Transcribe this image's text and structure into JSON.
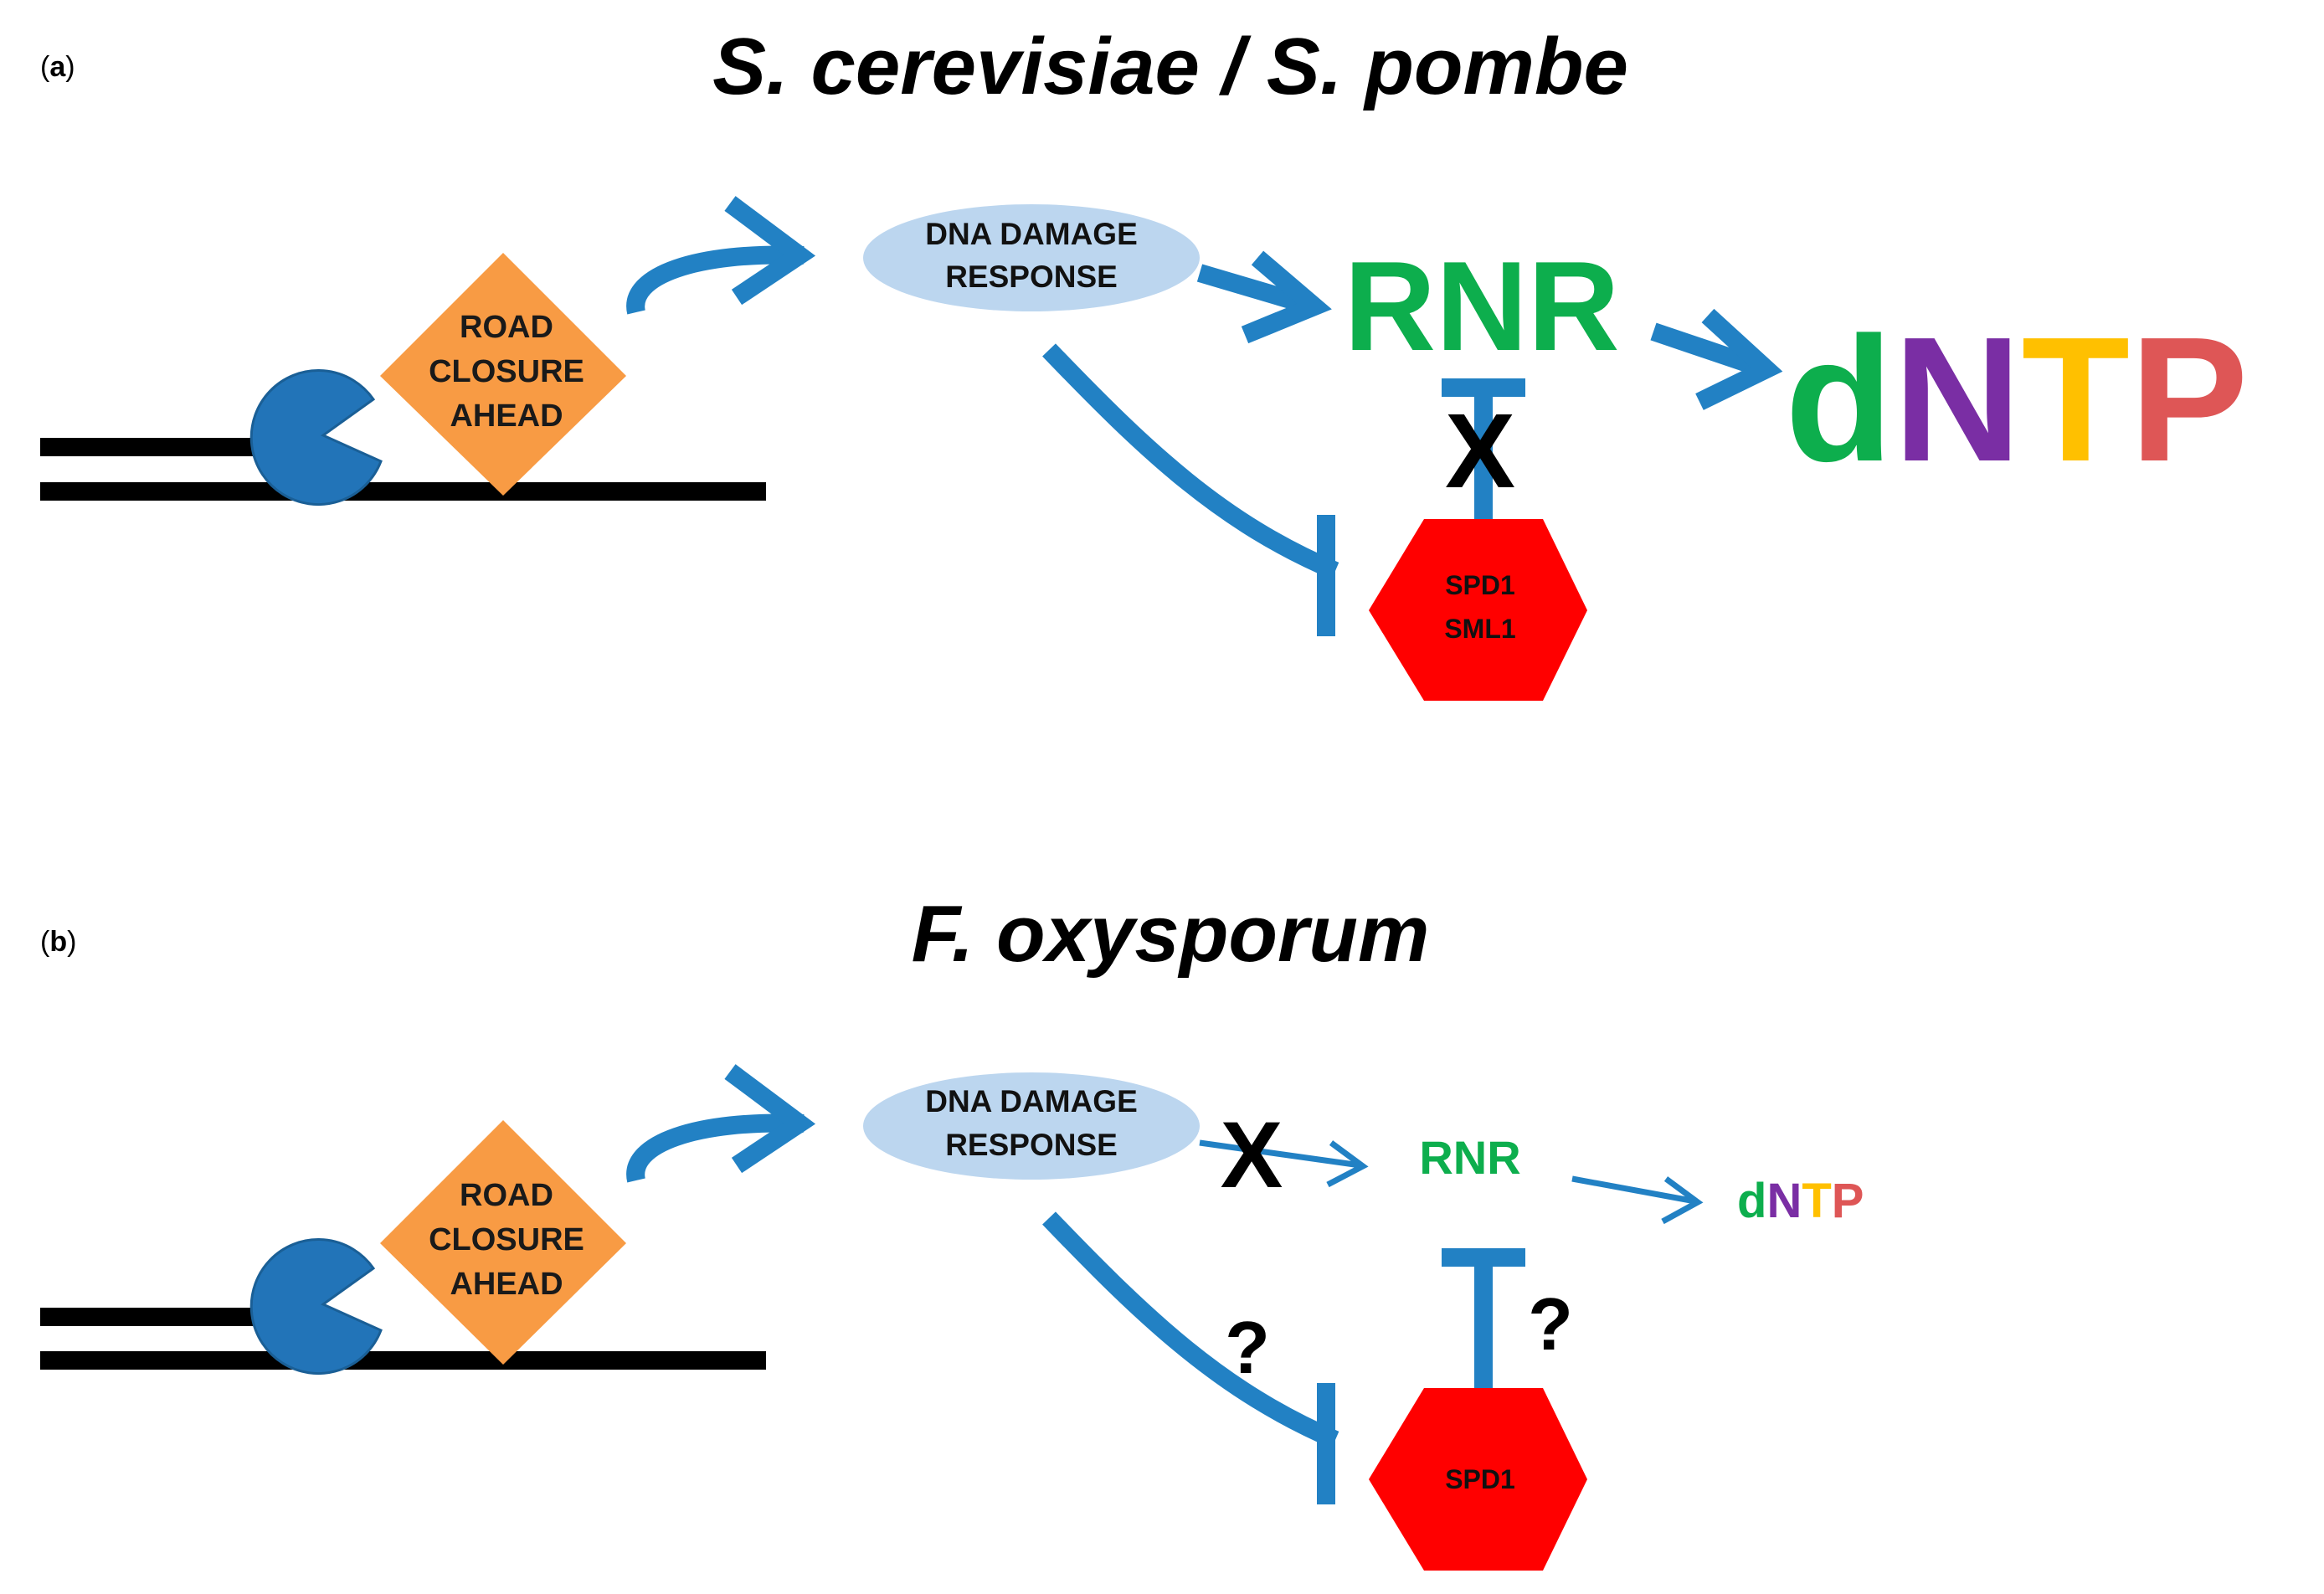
{
  "panel_a": {
    "letter_open": "(",
    "letter": "a",
    "letter_close": ")",
    "title": "S. cerevisiae / S. pombe",
    "sign_lines": [
      "ROAD",
      "CLOSURE",
      "AHEAD"
    ],
    "response_lines": [
      "DNA DAMAGE",
      "RESPONSE"
    ],
    "rnr": "RNR",
    "dntp": [
      "d",
      "N",
      "T",
      "P"
    ],
    "cross": "X",
    "inhibitor_lines": [
      "SPD1",
      "SML1"
    ]
  },
  "panel_b": {
    "letter_open": "(",
    "letter": "b",
    "letter_close": ")",
    "title": "F. oxysporum",
    "sign_lines": [
      "ROAD",
      "CLOSURE",
      "AHEAD"
    ],
    "response_lines": [
      "DNA DAMAGE",
      "RESPONSE"
    ],
    "rnr": "RNR",
    "dntp": [
      "d",
      "N",
      "T",
      "P"
    ],
    "cross": "X",
    "question_1": "?",
    "question_2": "?",
    "inhibitor_lines": [
      "SPD1"
    ]
  },
  "colors": {
    "arrow_blue": "#2281c4",
    "sign_orange": "#f89b44",
    "ellipse_blue": "#bcd6ef",
    "polymerase_blue": "#2274b8",
    "stop_red": "#ff0000",
    "rnr_green": "#0dae4d",
    "dntp": [
      "#0dae4d",
      "#7a2ea4",
      "#ffc000",
      "#de5656"
    ]
  }
}
